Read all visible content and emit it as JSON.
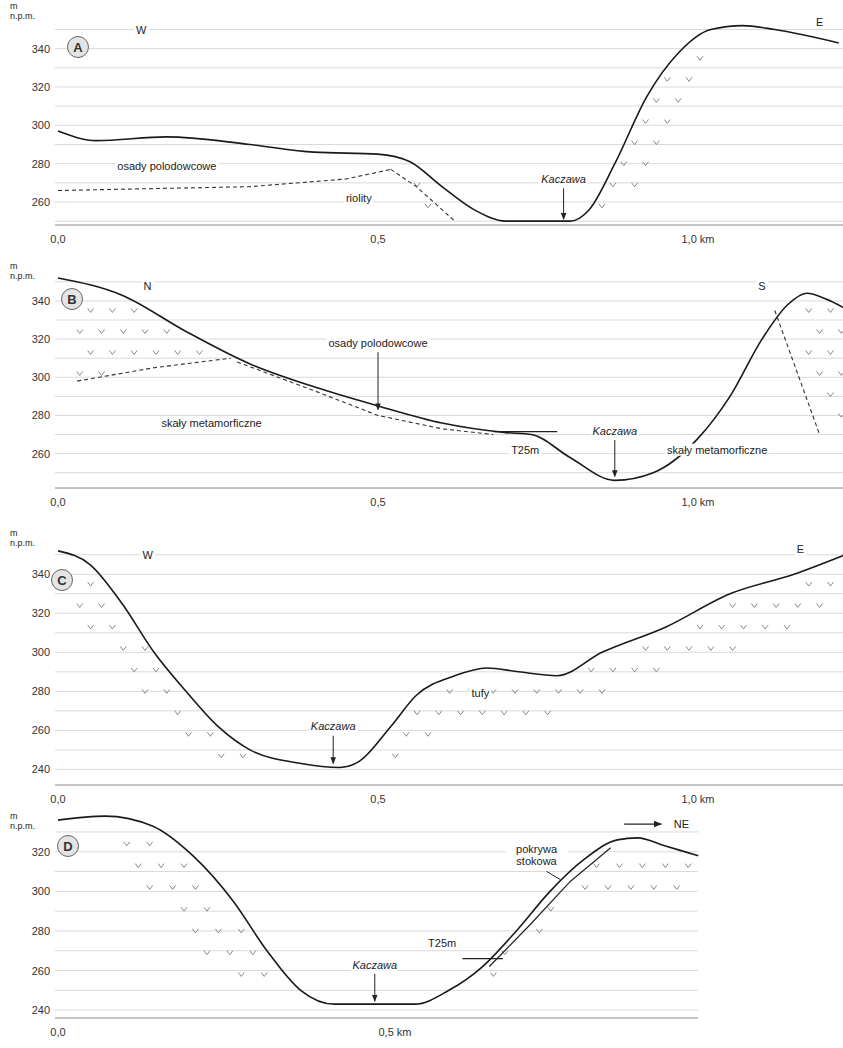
{
  "diagram": {
    "nodes": [
      {
        "text": [
          "A"
        ]
      },
      {
        "text": [
          "B"
        ]
      },
      {
        "text": [
          "C"
        ]
      },
      {
        "text": [
          "D"
        ]
      }
    ],
    "labels": [
      "m n.p.m.",
      "340",
      "320",
      "300",
      "280",
      "260",
      "W",
      "E",
      "osady polodowcowe",
      "riolity",
      "Kaczawa",
      "0,0",
      "0,5",
      "1,0 km",
      "m n.p.m.",
      "340",
      "320",
      "300",
      "280",
      "260",
      "N",
      "S",
      "osady polodowcowe",
      "T25m",
      "Kaczawa",
      "skały metamorficzne",
      "skały metamorficzne",
      "0,0",
      "0,5",
      "1,0 km",
      "m n.p.m.",
      "340",
      "320",
      "300",
      "280",
      "260",
      "240",
      "W",
      "E",
      "Kaczawa",
      "tufy",
      "0,0",
      "0,5",
      "1,0 km",
      "m n.p.m.",
      "320",
      "300",
      "280",
      "260",
      "240",
      "NE",
      "pokrywa stokowa",
      "T25m",
      "Kaczawa",
      "0,0",
      "0,5 km"
    ]
  }
}
